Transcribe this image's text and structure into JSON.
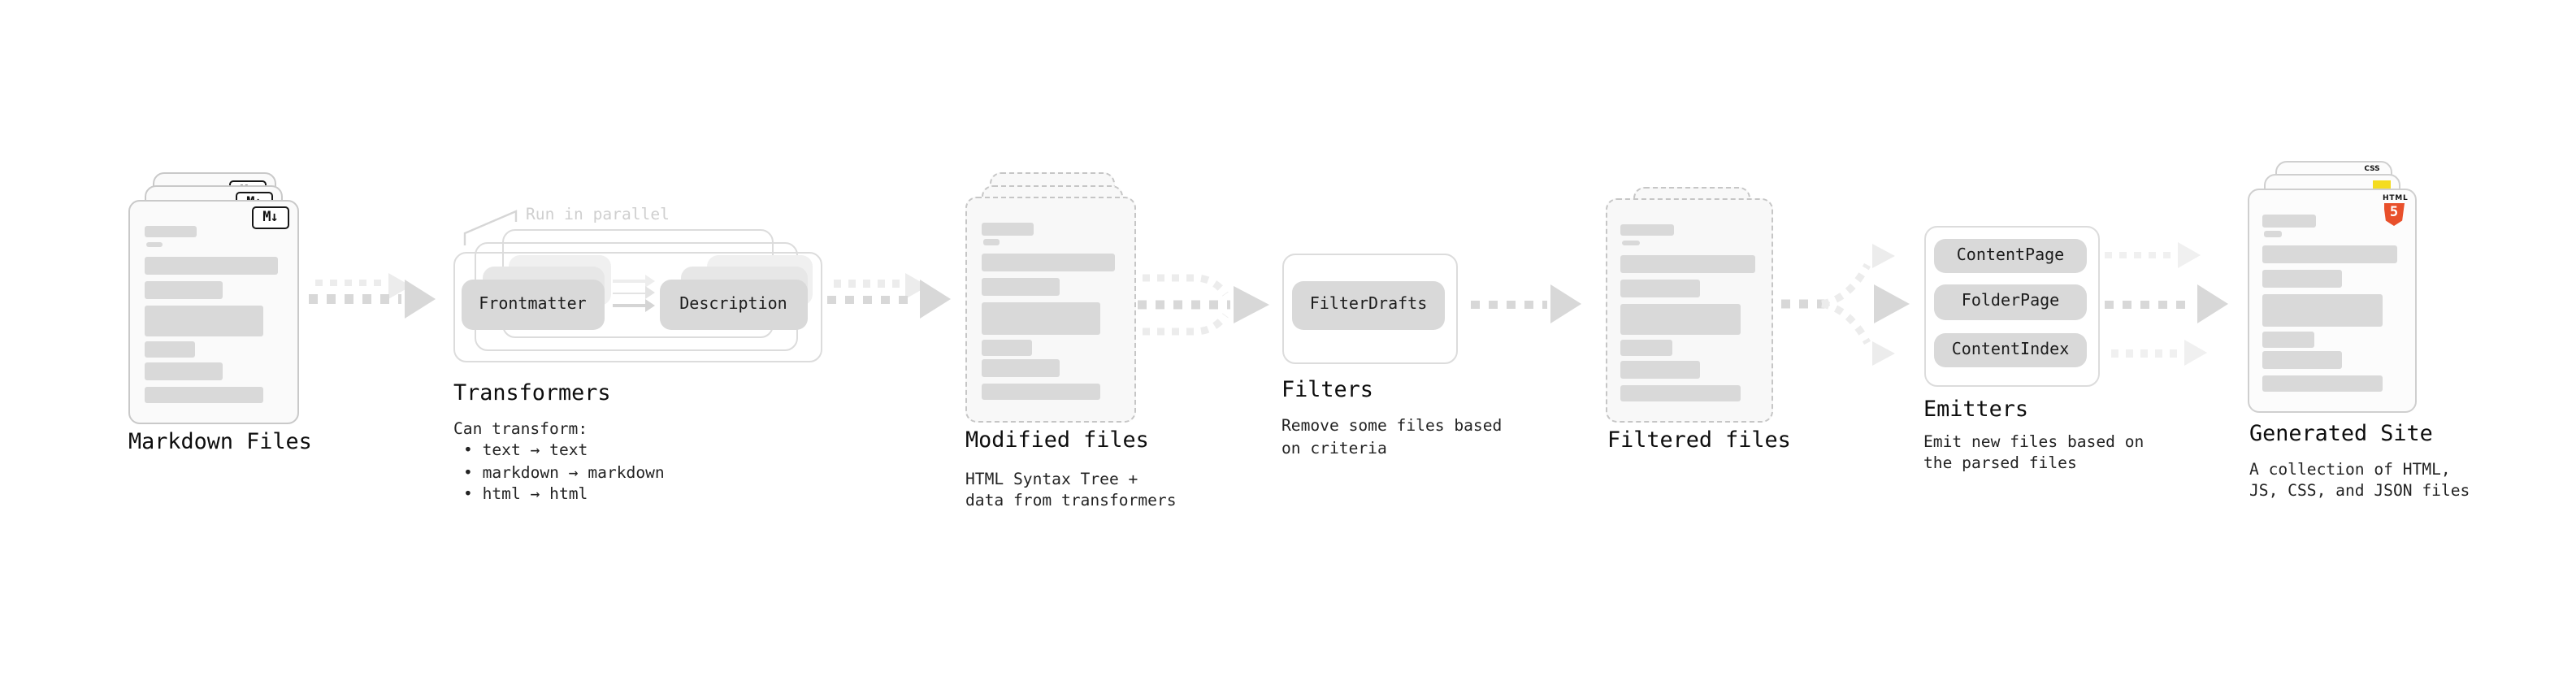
{
  "diagram": {
    "markdown": {
      "label": "Markdown Files",
      "icon": "M↓"
    },
    "transformers": {
      "label": "Transformers",
      "annotation": "Run in parallel",
      "frontmatter": "Frontmatter",
      "description": "Description",
      "caption_title": "Can transform:",
      "bullets": [
        "• text → text",
        "• markdown → markdown",
        "• html → html"
      ]
    },
    "modified": {
      "label": "Modified files",
      "caption": [
        "HTML Syntax Tree +",
        "data from transformers"
      ]
    },
    "filters": {
      "label": "Filters",
      "filter_drafts": "FilterDrafts",
      "caption": [
        "Remove some files based",
        "on criteria"
      ]
    },
    "filtered": {
      "label": "Filtered files"
    },
    "emitters": {
      "label": "Emitters",
      "content_page": "ContentPage",
      "folder_page": "FolderPage",
      "content_index": "ContentIndex",
      "caption": [
        "Emit new files based on",
        "the parsed files"
      ]
    },
    "generated": {
      "label": "Generated Site",
      "caption": [
        "A collection of HTML,",
        "JS, CSS, and JSON files"
      ],
      "html_badge": "HTML",
      "html_number": "5",
      "css_badge": "CSS"
    }
  },
  "colors": {
    "html5_orange": "#e8502b",
    "js_yellow": "#f4dc20",
    "css_blue": "#2f6cf0",
    "bar_gray": "#d9d9d9",
    "arrow_gray": "#d8d8d8"
  }
}
